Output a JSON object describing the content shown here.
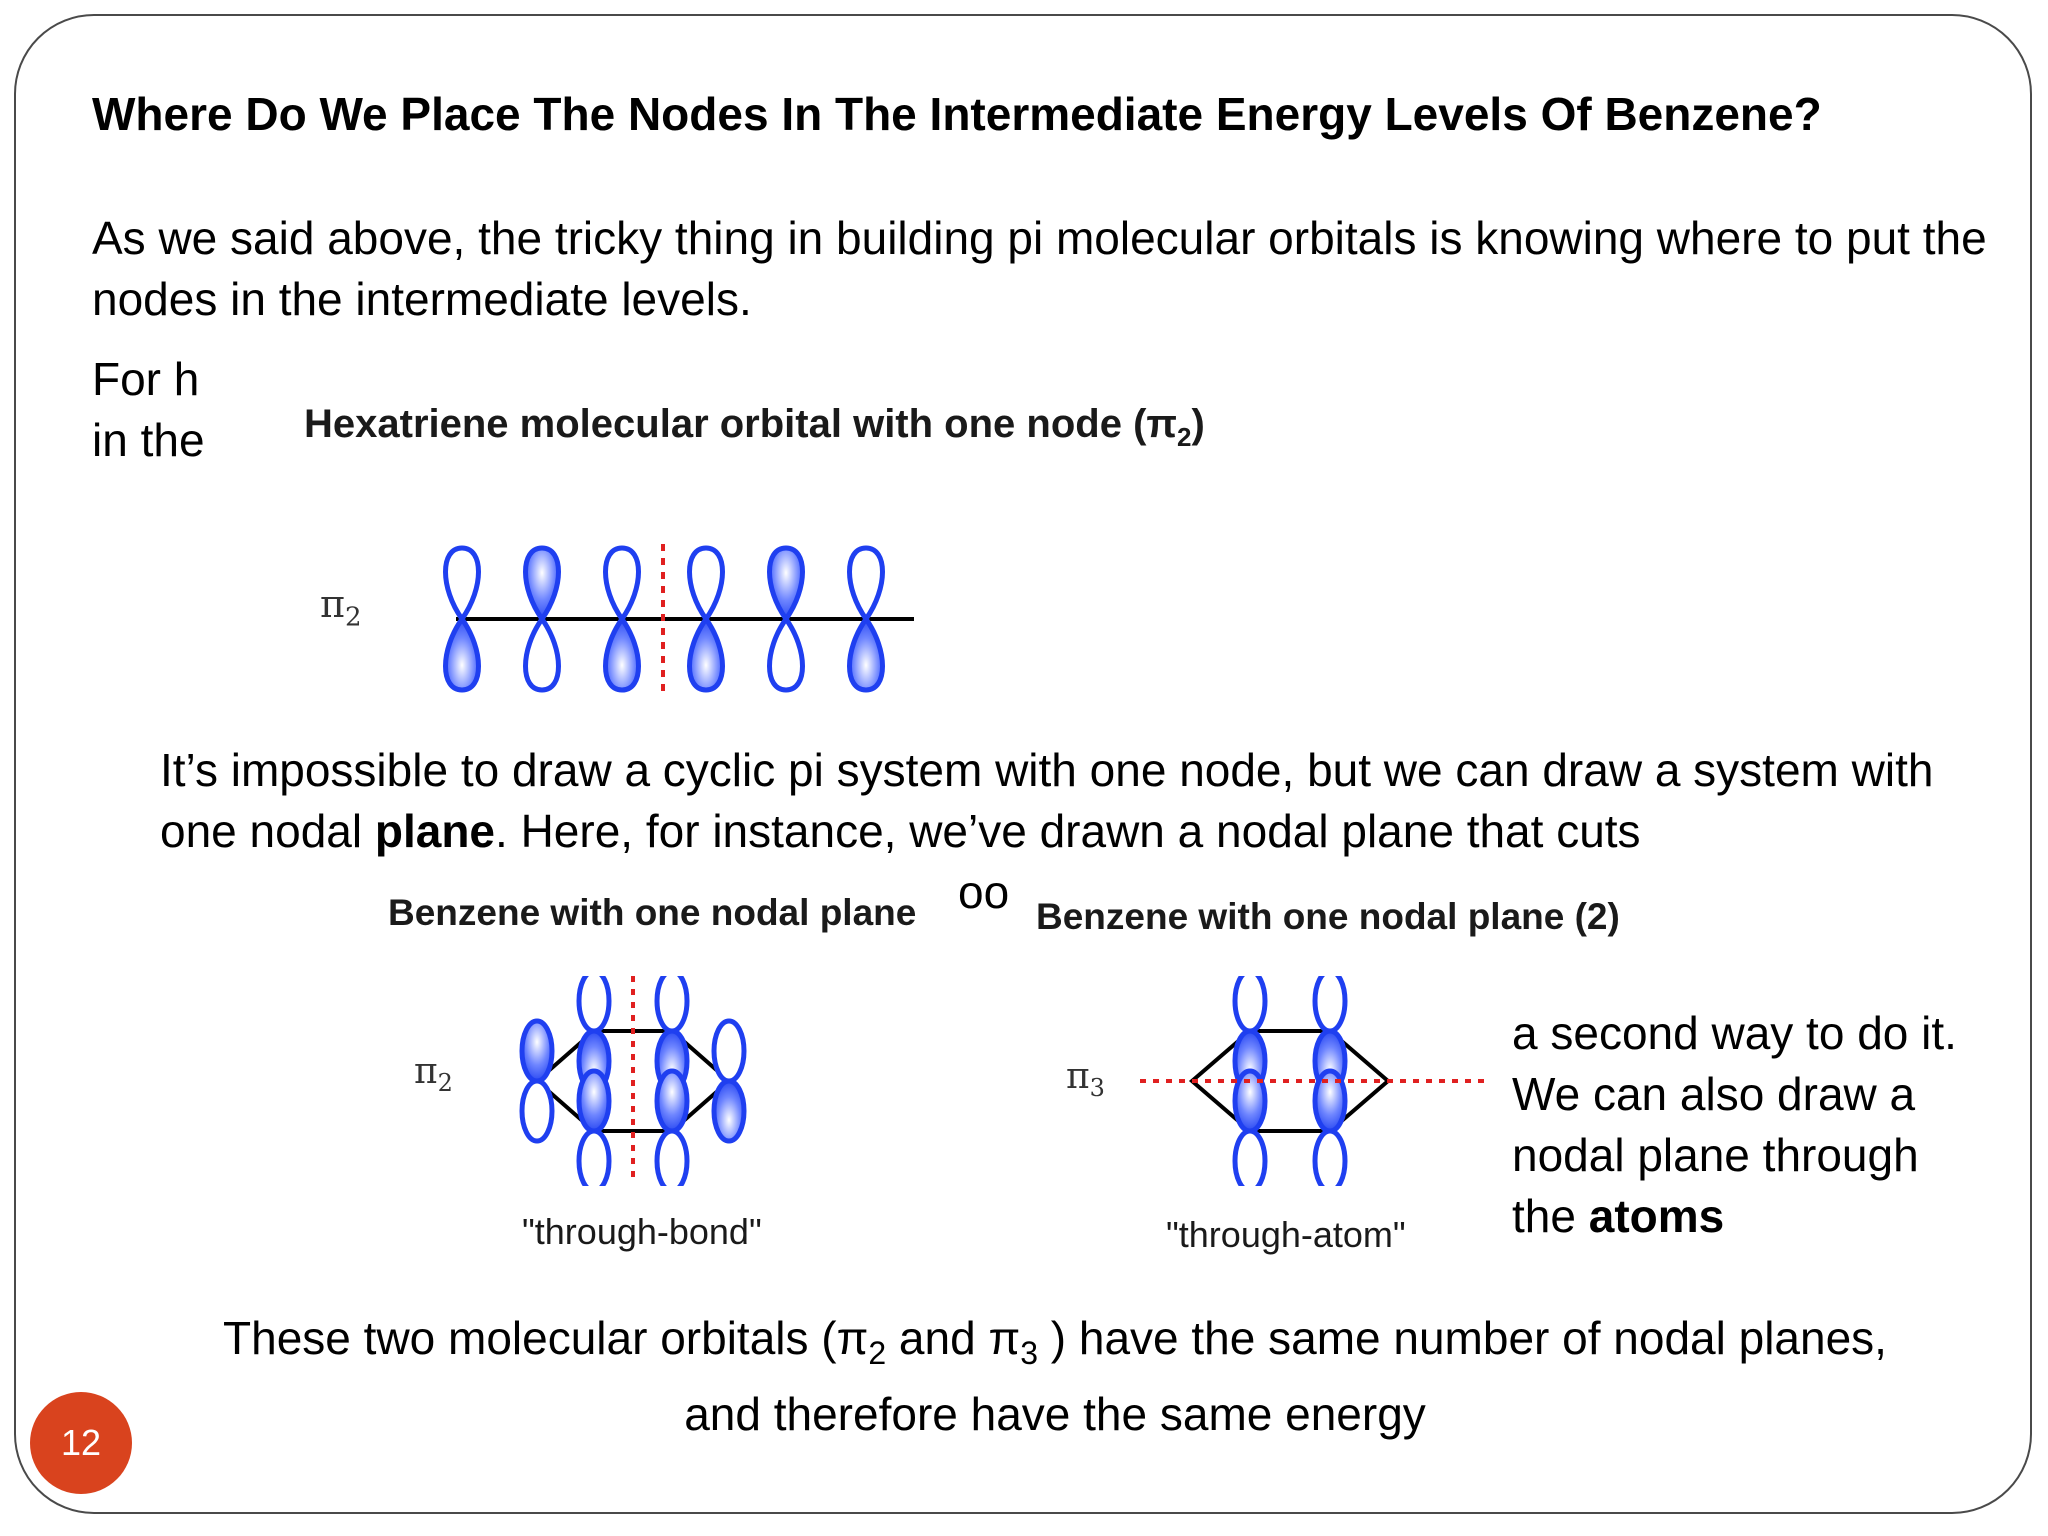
{
  "heading": "Where Do We Place The Nodes In The Intermediate Energy Levels Of Benzene?",
  "intro": "As we said above, the tricky thing in building pi molecular orbitals is knowing where to put the nodes in the intermediate levels.",
  "partial_line_1": "For h",
  "partial_line_2": "in the",
  "hexatriene": {
    "title": "Hexatriene molecular orbital with one node (π",
    "title_sub": "2",
    "title_end": ")",
    "label": "π",
    "label_sub": "2"
  },
  "middle": {
    "before_bold": "It’s impossible to draw a cyclic pi system with one node, but we can draw a system with one nodal ",
    "bold": "plane",
    "after_bold": ". Here, for instance, we’ve drawn a nodal plane that cuts",
    "fragment": "oo"
  },
  "benzene_left": {
    "title": "Benzene with one nodal plane",
    "label": "π",
    "label_sub": "2",
    "caption": "\"through-bond\""
  },
  "benzene_right": {
    "title": "Benzene with one nodal plane (2)",
    "label": "π",
    "label_sub": "3",
    "caption": "\"through-atom\""
  },
  "right_text": {
    "line1": "a second way to do it.",
    "line2": "We can also draw a",
    "line3": "nodal plane through",
    "line4_prefix": "the ",
    "line4_bold": "atoms"
  },
  "bottom": {
    "part1": "These two molecular orbitals (π",
    "sub1": "2",
    "part2": " and π",
    "sub2": "3",
    "part3": " ) have the same number of nodal planes,",
    "line2": "and therefore have the same energy"
  },
  "slide_number": "12",
  "colors": {
    "lobe_blue": "#1f3ff0",
    "node_red": "#e02020",
    "badge": "#d9431e"
  }
}
